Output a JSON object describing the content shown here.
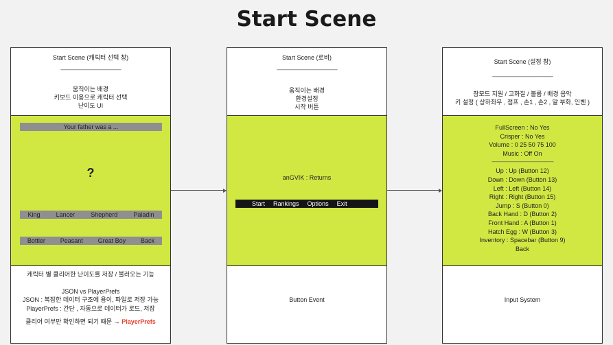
{
  "title": "Start Scene",
  "panels": {
    "character": {
      "header": "Start Scene (캐릭터 선택 창)",
      "dashes": "-----------------------------------------------------",
      "desc": [
        "움직이는 배경",
        "키보드 이용으로 캐릭터 선택",
        "난이도 UI"
      ],
      "story_bar": "Your father was a ...",
      "mystery": "?",
      "row1": [
        "King",
        "Lancer",
        "Shepherd",
        "Paladin"
      ],
      "row2": [
        "Bottler",
        "Peasant",
        "Great Boy",
        "Back"
      ],
      "footer": {
        "line1": "캐릭터 별 클리어한 난이도를 저장 / 불러오는 기능",
        "line2": "JSON vs PlayerPrefs",
        "line3": "JSON : 복잡한 데이터 구조에 용이, 파일로 저장 가능",
        "line4": "PlayerPrefs : 간단 , 자동으로 데이터가 로드, 저장",
        "line5_prefix": "클리어 여부만 확인하면 되기 때문 →",
        "line5_highlight": "PlayerPrefs"
      }
    },
    "lobby": {
      "header": "Start Scene (로비)",
      "dashes": "-----------------------------------------------------",
      "desc": [
        "움직이는 배경",
        "환경설정",
        "시작 버튼"
      ],
      "text": "anGVIK : Returns",
      "menu": [
        "Start",
        "Rankings",
        "Options",
        "Exit"
      ],
      "footer": "Button Event"
    },
    "settings": {
      "header": "Start Scene (설정 창)",
      "dashes": "-----------------------------------------------------",
      "desc": [
        "창모드 지원 / 고화질 / 볼륨 / 배경 음악",
        "키 설정 ( 상하좌우 , 점프 , 손1 , 손2 , 알 부화, 인벤 )"
      ],
      "options": [
        "FullScreen : No Yes",
        "Crisper :  No Yes",
        "Volume : 0 25 50 75 100",
        "Music : Off On"
      ],
      "divider": "------------------------------------------------------",
      "keys": [
        "Up : Up (Button 12)",
        "Down : Down (Button 13)",
        "Left : Left (Button 14)",
        "Right : Right (Button 15)",
        "Jump : S (Button 0)",
        "Back Hand : D (Button 2)",
        "Front Hand : A (Button 1)",
        "Hatch Egg : W (Button 3)",
        "Inventory : Spacebar (Button 9)",
        "Back"
      ],
      "footer": "Input System"
    }
  },
  "colors": {
    "green": "#d1e843",
    "gray": "#8f8f8f",
    "black": "#151515",
    "red": "#e53b2c"
  }
}
